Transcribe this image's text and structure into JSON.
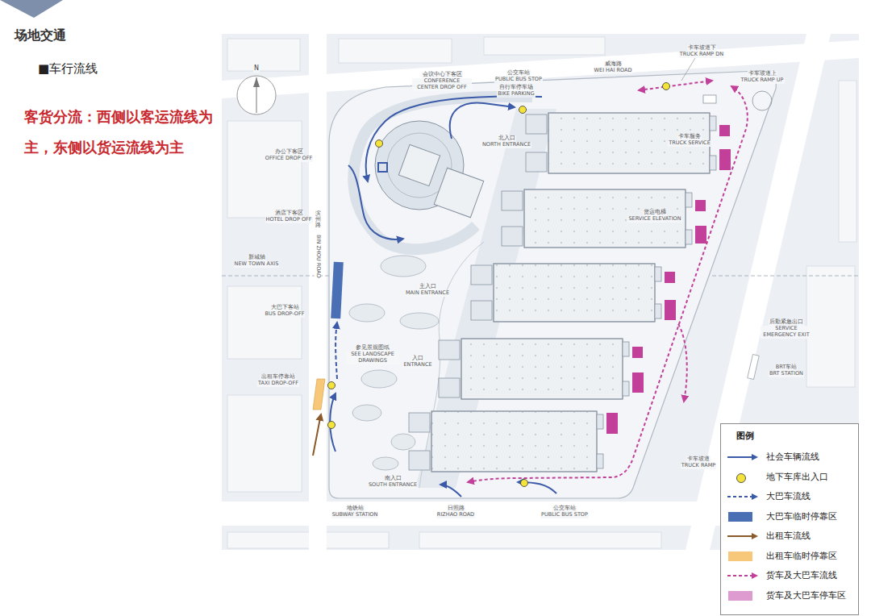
{
  "diagram": {
    "title": "场地交通",
    "labels": [
      "■车行流线",
      "客货分流：西侧以客运流线为主，东侧以货运流线为主",
      "N",
      "会议中心下客区",
      "CONFERENCE CENTER DROP OFF",
      "公交车站",
      "PUBLIC BUS STOP",
      "威海路",
      "WEI HAI ROAD",
      "自行车停车场",
      "BIKE PARKING",
      "北入口",
      "NORTH ENTRANCE",
      "卡车坡道下",
      "TRUCK RAMP DN",
      "卡车坡道上",
      "TRUCK RAMP UP",
      "卡车服务",
      "TRUCK SERVICE",
      "货运电梯",
      "SERVICE ELEVATION",
      "办公下客区",
      "OFFICE DROP OFF",
      "酒店下客区",
      "HOTEL DROP OFF",
      "滨州路",
      "BIN ZHOU ROAD",
      "新城轴",
      "NEW TOWN AXIS",
      "主入口",
      "MAIN ENTRANCE",
      "大巴下客站",
      "BUS DROP-OFF",
      "参见景观图纸",
      "SEE LANDSCAPE DRAWINGS",
      "入口",
      "ENTRANCE",
      "出租车停靠站",
      "TAXI DROP-OFF",
      "后勤紧急出口",
      "SERVICE EMERGENCY EXIT",
      "BRT车站",
      "BRT STATION",
      "卡车坡道",
      "TRUCK RAMP",
      "南入口",
      "SOUTH ENTRANCE",
      "日照路",
      "RIZHAO ROAD",
      "地铁站",
      "SUBWAY STATION",
      "公交车站",
      "PUBLIC BUS STOP",
      "图例"
    ],
    "legend": [
      {
        "text": "社会车辆流线"
      },
      {
        "text": "地下车库出入口",
        "color": "#f3e33a"
      },
      {
        "text": "大巴车流线"
      },
      {
        "text": "大巴车临时停靠区",
        "color": "#4a6fb5"
      },
      {
        "text": "出租车流线"
      },
      {
        "text": "出租车临时停靠区",
        "color": "#f8c87a"
      },
      {
        "text": "货车及大巴车流线"
      },
      {
        "text": "货车及大巴车停车区",
        "color": "#de9bd0"
      }
    ]
  }
}
